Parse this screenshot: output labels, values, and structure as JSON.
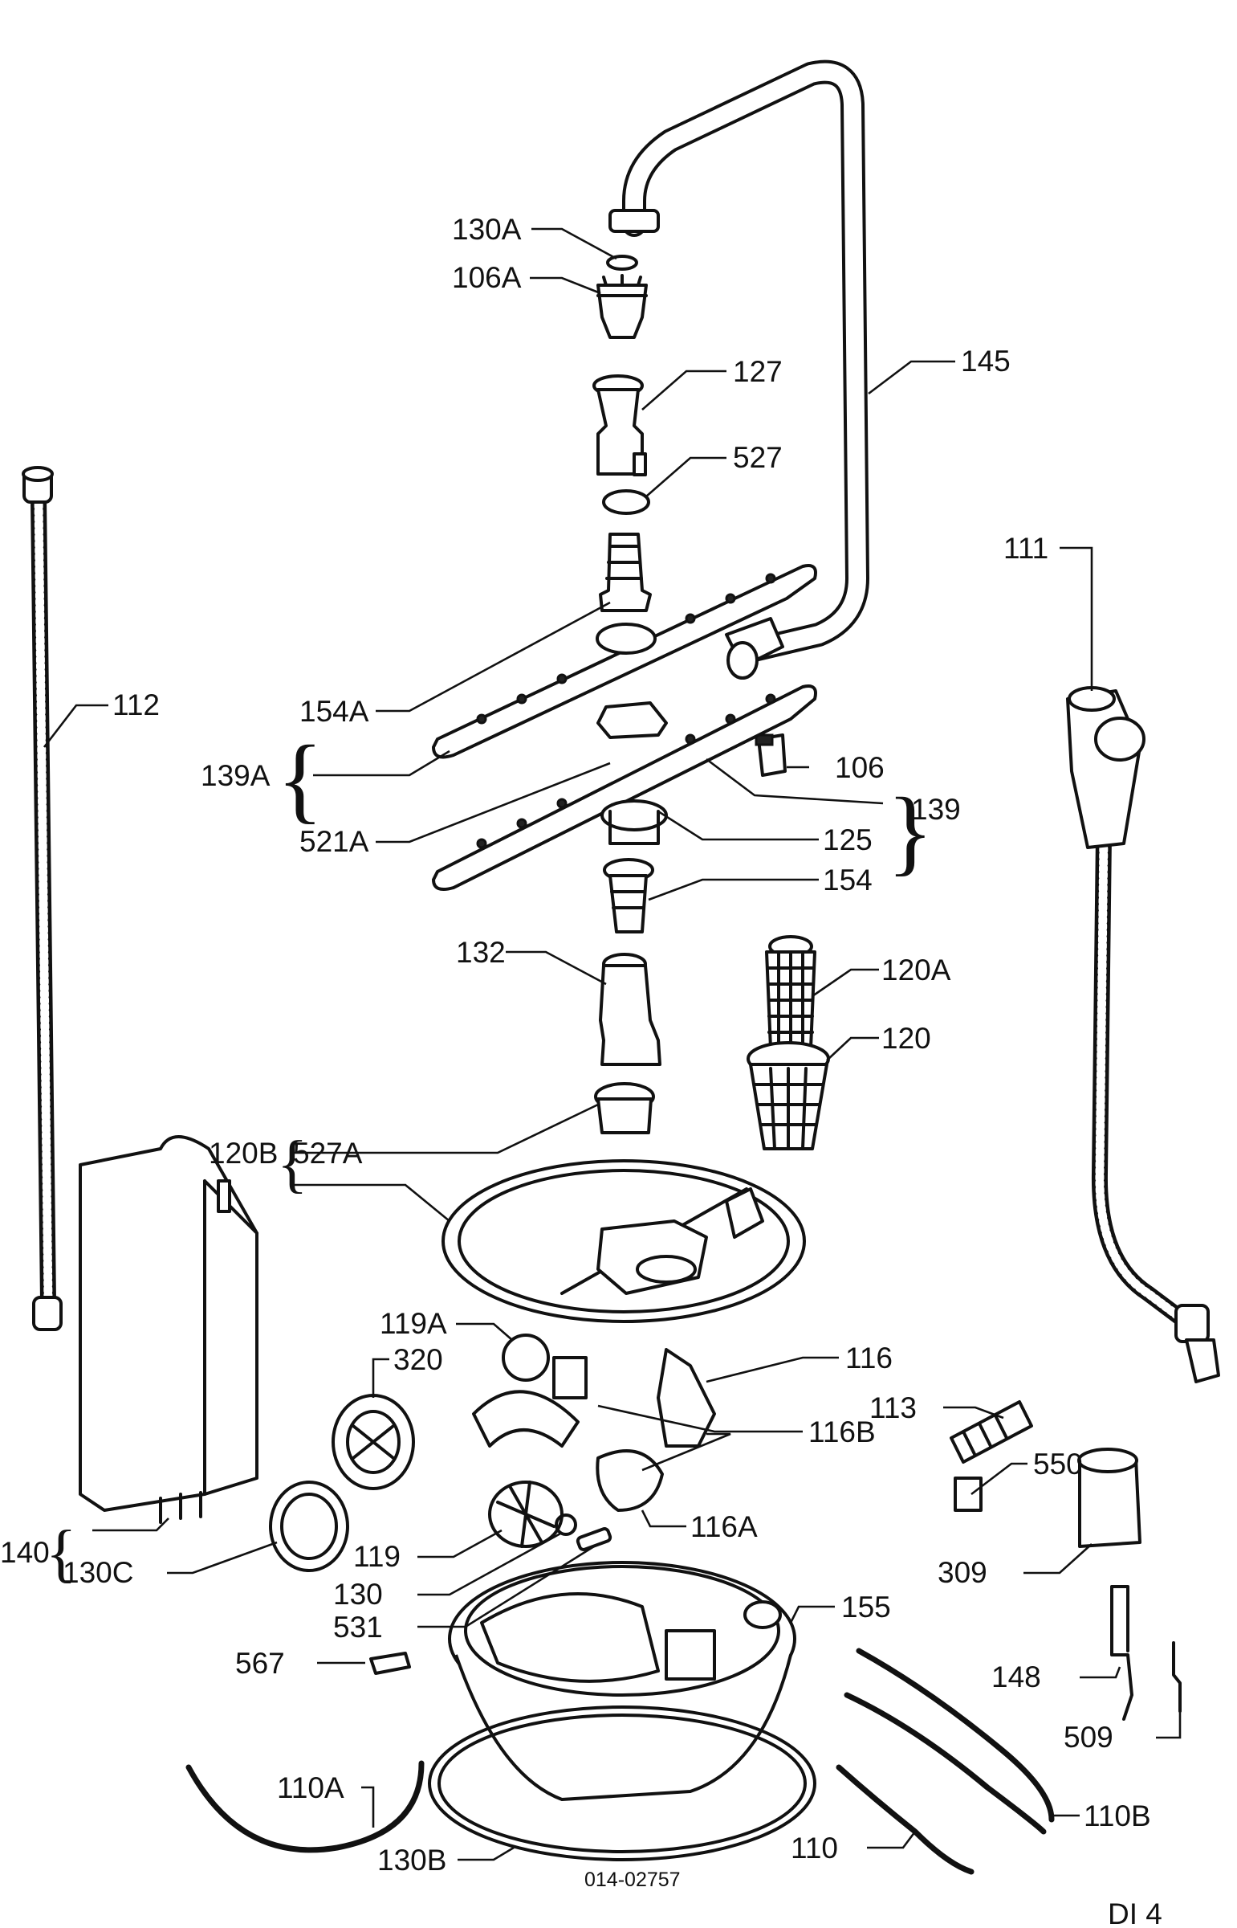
{
  "labels": {
    "l130A": "130A",
    "l106A": "106A",
    "l127": "127",
    "l145": "145",
    "l527": "527",
    "l111": "111",
    "l112": "112",
    "l154A": "154A",
    "l139A": "139A",
    "l521A": "521A",
    "l106": "106",
    "l139": "139",
    "l125": "125",
    "l154": "154",
    "l132": "132",
    "l120A": "120A",
    "l120": "120",
    "l120B": "120B",
    "l527A": "527A",
    "l119A": "119A",
    "l320": "320",
    "l116": "116",
    "l113": "113",
    "l116B": "116B",
    "l550": "550",
    "l116A": "116A",
    "l140": "140",
    "l130C": "130C",
    "l119": "119",
    "l309": "309",
    "l130": "130",
    "l155": "155",
    "l531": "531",
    "l567": "567",
    "l148": "148",
    "l509": "509",
    "l110A": "110A",
    "l110B": "110B",
    "l110": "110",
    "l130B": "130B"
  },
  "drawing_number": "014-02757",
  "page_code": "DI 4"
}
